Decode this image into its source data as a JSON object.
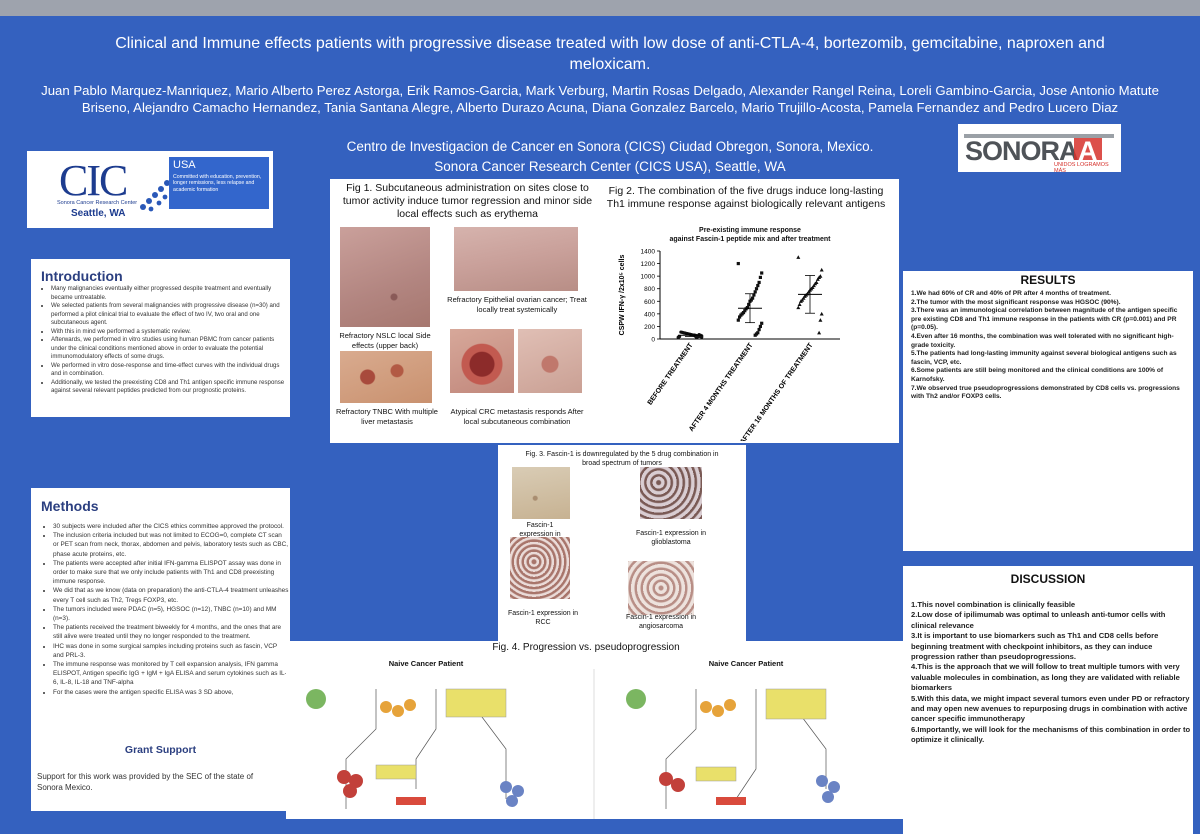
{
  "header": {
    "title": "Clinical and Immune effects patients with progressive disease treated with low dose of anti-CTLA-4, bortezomib, gemcitabine, naproxen and meloxicam.",
    "authors": "Juan Pablo Marquez-Manriquez, Mario Alberto Perez Astorga, Erik Ramos-Garcia, Mark Verburg, Martin Rosas Delgado, Alexander Rangel Reina, Loreli Gambino-Garcia, Jose Antonio Matute Briseno, Alejandro Camacho Hernandez, Tania Santana Alegre, Alberto Durazo Acuna, Diana Gonzalez Barcelo, Mario Trujillo-Acosta, Pamela Fernandez and Pedro Lucero Diaz",
    "affiliation_1": "Centro de Investigacion de Cancer en Sonora (CICS) Ciudad Obregon, Sonora, Mexico.",
    "affiliation_2": "Sonora Cancer Research Center (CICS USA), Seattle, WA"
  },
  "logos": {
    "cic_letters": "CIC",
    "cic_usa": "USA",
    "cic_tagline": "Committed with education, prevention, longer remissions, less relapse and academic formation",
    "cic_name": "Sonora Cancer Research Center",
    "cic_city": "Seattle, WA",
    "sonora_word": "SONORA",
    "sonora_tagline": "UNIDOS LOGRAMOS MÁS"
  },
  "intro": {
    "heading": "Introduction",
    "items": [
      "Many malignancies eventually either progressed despite treatment and eventually became untreatable.",
      "We selected patients from several malignancies with progressive disease (n=30) and performed a pilot clinical trial to evaluate the effect of two IV, two oral and one subcutaneous agent.",
      "With this in mind we performed a systematic review.",
      "Afterwards, we performed in vitro studies using human PBMC from cancer patients under the clinical conditions mentioned above in order to evaluate the potential immunomodulatory effects of some drugs.",
      "We performed in vitro dose-response and time-effect curves with the individual drugs and in combination.",
      "Additionally, we tested the preexisting CD8 and Th1 antigen specific immune response against several relevant peptides predicted from our prognostic proteins."
    ]
  },
  "methods": {
    "heading": "Methods",
    "items": [
      "30 subjects were included after the CICS ethics committee approved the protocol.",
      "The inclusion criteria included but was not limited to ECOG=0, complete CT scan or PET scan from neck, thorax, abdomen and pelvis, laboratory tests such as CBC, phase acute proteins, etc.",
      "The patients were accepted after initial IFN-gamma ELISPOT assay was done in order to make sure that we only include patients with Th1 and CD8 preexisting immune response.",
      "We did that as we know (data on preparation) the anti-CTLA-4 treatment unleashes every T cell such as Th2, Tregs FOXP3, etc.",
      "The tumors included were PDAC (n=5), HGSOC (n=12), TNBC (n=10) and MM (n=3).",
      "The patients received the treatment biweekly for 4 months, and the ones that are still alive were treated until they no longer responded to the treatment.",
      "IHC was done in some surgical samples including proteins such as fascin, VCP and PRL-3.",
      "The immune response was monitored by T cell expansion analysis, IFN gamma ELISPOT, Antigen specific IgG + IgM + IgA ELISA and serum cytokines such as IL-6, IL-8, IL-18 and TNF-alpha",
      "For the cases were the antigen specific ELISA was 3 SD above,"
    ],
    "grant_heading": "Grant Support",
    "grant_text": "Support for this work was provided by the SEC of the state of Sonora Mexico."
  },
  "fig1": {
    "caption": "Fig 1. Subcutaneous administration on sites close to tumor activity induce tumor regression and minor side local effects such as erythema",
    "photo_1": "Refractory NSLC local Side effects (upper back)",
    "photo_2": "Refractory Epithelial ovarian cancer; Treat locally treat systemically",
    "photo_3": "Refractory TNBC With multiple liver metastasis",
    "photo_4": "Atypical CRC metastasis responds After local subcutaneous combination"
  },
  "fig2": {
    "caption": "Fig 2. The combination of the five drugs induce long-lasting Th1 immune response against biologically relevant antigens",
    "chart_title_1": "Pre-existing immune response",
    "chart_title_2": "against Fascin-1 peptide mix and after treatment"
  },
  "chart_data": {
    "type": "scatter",
    "title": "Pre-existing immune response against Fascin-1 peptide mix and after treatment",
    "ylabel": "CSPW IFN-γ /2x10⁵ cells",
    "ylim": [
      0,
      1400
    ],
    "yticks": [
      0,
      200,
      400,
      600,
      800,
      1000,
      1200,
      1400
    ],
    "categories": [
      "BEFORE TREATMENT",
      "AFTER 4 MONTHS TREATMENT",
      "AFTER 16 MONTHS OF TREATMENT"
    ],
    "means": [
      60,
      490,
      710
    ],
    "errors": [
      20,
      230,
      300
    ],
    "series": [
      {
        "values": [
          20,
          30,
          40,
          45,
          50,
          55,
          60,
          62,
          65,
          70,
          75,
          80,
          85,
          90,
          95,
          100,
          105,
          110,
          40,
          30,
          50,
          60,
          70,
          35,
          25,
          45
        ]
      },
      {
        "values": [
          1200,
          1050,
          980,
          900,
          850,
          800,
          750,
          700,
          650,
          620,
          600,
          550,
          500,
          480,
          450,
          420,
          400,
          380,
          350,
          300,
          250,
          200,
          150,
          100,
          80,
          60
        ]
      },
      {
        "values": [
          1300,
          1100,
          1000,
          980,
          950,
          900,
          880,
          850,
          820,
          800,
          780,
          750,
          720,
          700,
          680,
          650,
          620,
          600,
          550,
          500,
          400,
          300,
          100
        ]
      }
    ]
  },
  "fig3": {
    "caption": "Fig. 3. Fascin-1 is downregulated by the 5 drug combination in broad spectrum of tumors",
    "label_1": "Fascin-1 expression in",
    "label_2": "Fascin-1 expression in glioblastoma",
    "label_3": "Fascin-1 expression in RCC",
    "label_4": "Fascin-1 expression in angiosarcoma"
  },
  "fig4": {
    "caption": "Fig. 4. Progression vs. pseudoprogression",
    "panel_title": "Naive Cancer Patient"
  },
  "results": {
    "heading": "RESULTS",
    "items": [
      "1.We had 60% of CR and 40% of PR after 4 months of treatment.",
      "2.The tumor with the most significant response was HGSOC (90%).",
      "3.There was an immunological correlation between magnitude of the antigen specific pre existing CD8 and Th1 immune response in the patients with CR (p=0.001) and PR (p=0.05).",
      "4.Even after 16 months, the combination was well tolerated with no significant high-grade toxicity.",
      "5.The patients had long-lasting immunity against several biological antigens such as fascin, VCP, etc.",
      "6.Some patients are still being monitored and the clinical conditions are 100% of Karnofsky.",
      "7.We observed true pseudoprogressions demonstrated by CD8 cells vs. progressions with Th2 and/or FOXP3 cells."
    ]
  },
  "discussion": {
    "heading": "DISCUSSION",
    "items": [
      "1.This novel combination is clinically feasible",
      "2.Low dose of ipilimumab was optimal to unleash anti-tumor cells with clinical relevance",
      "3.It is important to use biomarkers such as Th1 and CD8 cells before beginning treatment with checkpoint inhibitors, as they can induce progression rather than pseudoprogressions.",
      "4.This is the approach that we will follow to treat multiple tumors with very valuable molecules in combination, as long they are validated with reliable biomarkers",
      "5.With this data, we might impact several tumors even under PD or refractory and may open new avenues to repurposing drugs in combination with active cancer specific immunotherapy",
      "6.Importantly, we will look for the mechanisms of this combination in order to optimize it clinically."
    ]
  }
}
